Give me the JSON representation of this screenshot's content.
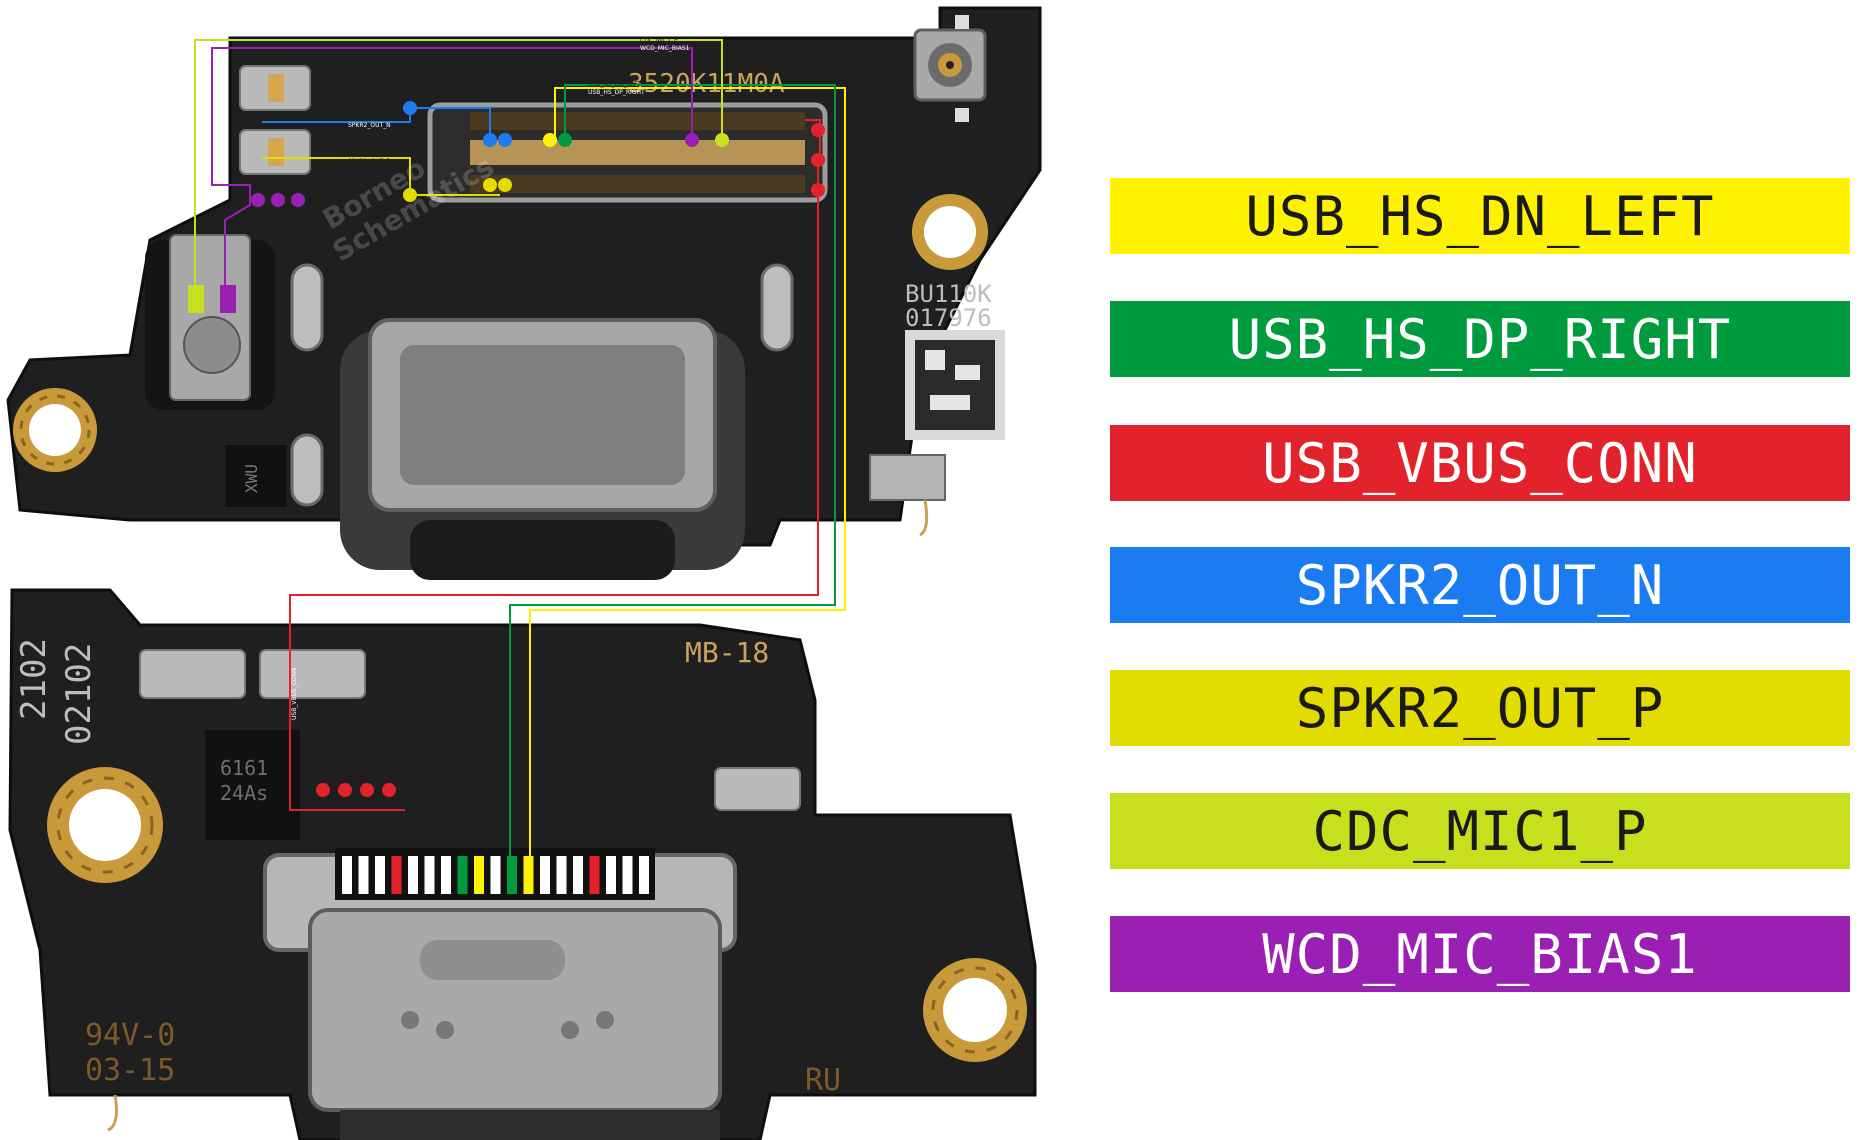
{
  "board_labels": {
    "top_part_number": "3520K11M0A",
    "chip_marking_line1": "BU110K",
    "chip_marking_line2": "017976",
    "bottom_board_id": "MB-18",
    "side_code_1": "2102",
    "side_code_2": "02102",
    "ic_marking_line1": "6161",
    "ic_marking_line2": "24As",
    "small_ic_marking": "XWU",
    "pcb_rating": "94V-0",
    "pcb_date": "03-15",
    "ul_mark": "RU",
    "watermark_line1": "Borneo",
    "watermark_line2": "Schematics",
    "tiny_label_1": "SPKR2_OUT_N",
    "tiny_label_2": "SPKR2_OUT_P",
    "tiny_label_3": "USB_HS_DN_LEFT",
    "tiny_label_4": "USB_HS_DP_RIGHT",
    "tiny_label_5": "CDC_MIC1_P",
    "tiny_label_6": "WCD_MIC_BIAS1",
    "tiny_label_7": "USB_VBUS_CONN"
  },
  "legend": [
    {
      "label": "USB_HS_DN_LEFT",
      "color": "#fff200"
    },
    {
      "label": "USB_HS_DP_RIGHT",
      "color": "#009b3e"
    },
    {
      "label": "USB_VBUS_CONN",
      "color": "#e3232b"
    },
    {
      "label": "SPKR2_OUT_N",
      "color": "#1a7cf0"
    },
    {
      "label": "SPKR2_OUT_P",
      "color": "#e3dc00"
    },
    {
      "label": "CDC_MIC1_P",
      "color": "#c8df1e"
    },
    {
      "label": "WCD_MIC_BIAS1",
      "color": "#9a1fb3"
    }
  ]
}
